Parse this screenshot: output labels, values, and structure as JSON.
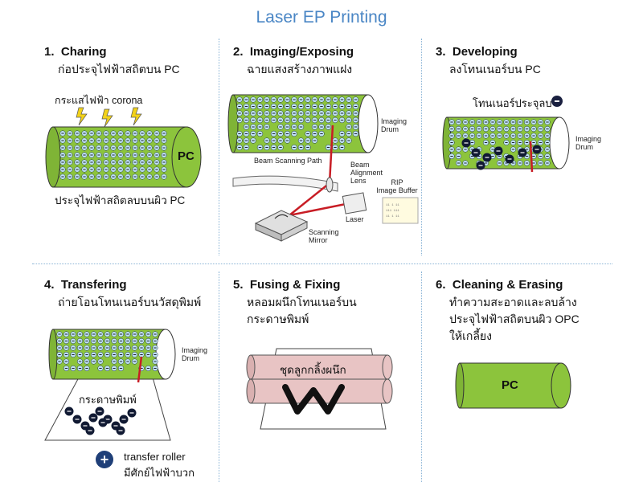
{
  "title": "Laser EP Printing",
  "steps": [
    {
      "number": "1.",
      "name": "Charing",
      "desc": [
        "ก่อประจุไฟฟ้าสถิตบน PC"
      ],
      "labels": {
        "corona": "กระแสไฟฟ้า corona",
        "pc": "PC",
        "bottom": "ประจุไฟฟ้าสถิตลบบนผิว PC"
      }
    },
    {
      "number": "2.",
      "name": "Imaging/Exposing",
      "desc": [
        "ฉายแสงสร้างภาพแฝง"
      ],
      "labels": {
        "drum": [
          "Imaging",
          "Drum"
        ],
        "path": "Beam Scanning Path",
        "lens": [
          "Beam",
          "Alignment",
          "Lens"
        ],
        "rip": [
          "RIP",
          "Image Buffer"
        ],
        "laser": "Laser",
        "mirror": [
          "Scanning",
          "Mirror"
        ]
      }
    },
    {
      "number": "3.",
      "name": "Developing",
      "desc": [
        "ลงโทนเนอร์บน PC"
      ],
      "labels": {
        "toner": "โทนเนอร์ประจุลบ",
        "drum": [
          "Imaging",
          "Drum"
        ]
      }
    },
    {
      "number": "4.",
      "name": "Transfering",
      "desc": [
        "ถ่ายโอนโทนเนอร์บนวัสดุพิมพ์"
      ],
      "labels": {
        "drum": [
          "Imaging",
          "Drum"
        ],
        "paper": "กระดาษพิมพ์",
        "roller": "transfer roller",
        "roller_sub": "มีศักย์ไฟฟ้าบวก"
      }
    },
    {
      "number": "5.",
      "name": "Fusing & Fixing",
      "desc": [
        "หลอมผนึกโทนเนอร์บน",
        "กระดาษพิมพ์"
      ],
      "labels": {
        "rollers": "ชุดลูกกลิ้งผนึก"
      }
    },
    {
      "number": "6.",
      "name": "Cleaning & Erasing",
      "desc": [
        "ทำความสะอาดและลบล้าง",
        "ประจุไฟฟ้าสถิตบนผิว OPC",
        "ให้เกลี้ยง"
      ],
      "labels": {
        "pc": "PC"
      }
    }
  ],
  "colors": {
    "drum_green": "#8cc43c",
    "drum_dark": "#5f8f24",
    "charge_blue": "#bfe2f2",
    "toner": "#111a33",
    "laser": "#c81d25",
    "roller_pink": "#e8c4c4",
    "title": "#4a86c5"
  }
}
